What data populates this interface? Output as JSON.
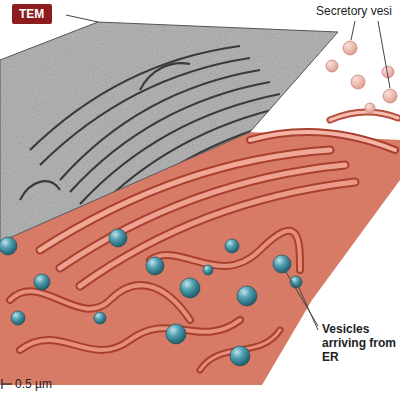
{
  "diagram": {
    "nodes": [
      {
        "text": [
          "TEM"
        ]
      }
    ],
    "labels": [
      "Secretory vesi",
      "Vesicles arriving from ER",
      "0.5 µm"
    ]
  }
}
